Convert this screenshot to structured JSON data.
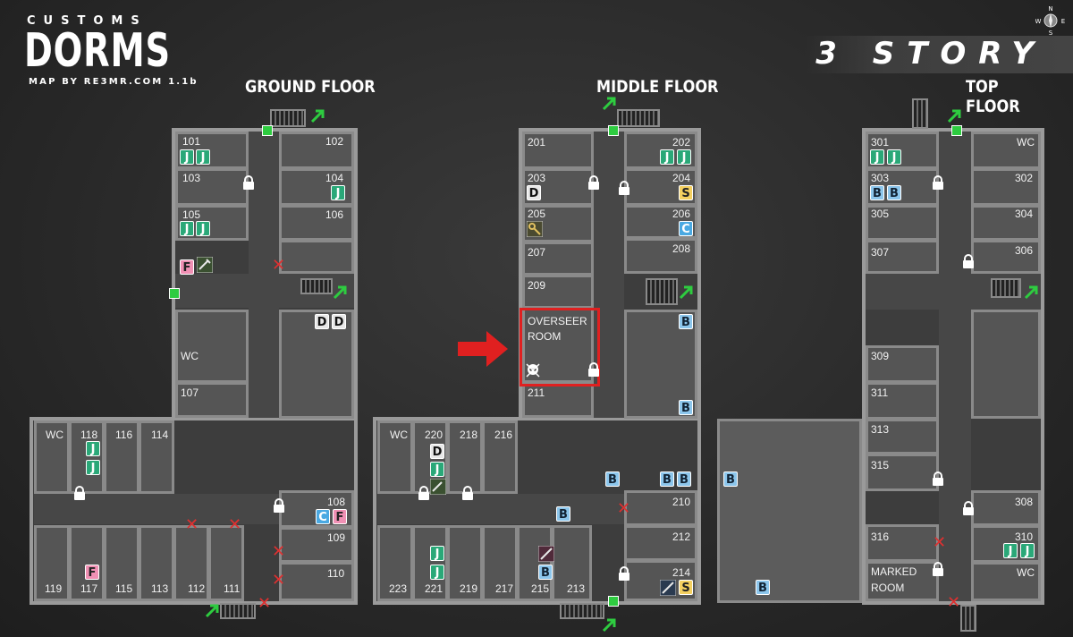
{
  "header": {
    "map_name_small": "CUSTOMS",
    "map_name_big": "DORMS",
    "credit": "MAP BY RE3MR.COM 1.1b",
    "story_label": "3 STORY"
  },
  "compass": {
    "n": "N",
    "s": "S",
    "w": "W",
    "e": "E"
  },
  "floors": {
    "ground": {
      "title": "GROUND FLOOR"
    },
    "middle": {
      "title": "MIDDLE FLOOR"
    },
    "top": {
      "title": "TOP FLOOR"
    }
  },
  "ground_rooms": [
    "101",
    "102",
    "103",
    "104",
    "105",
    "106",
    "WC",
    "107",
    "WC",
    "118",
    "116",
    "114",
    "108",
    "109",
    "110",
    "119",
    "117",
    "115",
    "113",
    "112",
    "111"
  ],
  "middle_rooms": [
    "201",
    "202",
    "203",
    "204",
    "205",
    "206",
    "207",
    "208",
    "209",
    "211",
    "WC",
    "220",
    "218",
    "216",
    "210",
    "212",
    "214",
    "223",
    "221",
    "219",
    "217",
    "215",
    "213"
  ],
  "middle_overseer": {
    "line1": "OVERSEER",
    "line2": "ROOM"
  },
  "top_rooms": [
    "301",
    "WC",
    "303",
    "302",
    "305",
    "304",
    "307",
    "306",
    "309",
    "311",
    "313",
    "315",
    "308",
    "316",
    "310",
    "WC"
  ],
  "top_marked": {
    "line1": "MARKED",
    "line2": "ROOM"
  },
  "legend_icons": {
    "J": "J",
    "B": "B",
    "C": "C",
    "D": "D",
    "S": "S",
    "F": "F"
  },
  "colors": {
    "jacket": "#2aa878",
    "box": "#8cc6ec",
    "cash": "#4aa9e2",
    "duffle": "#e8e8e8",
    "safe": "#f4d060",
    "filing": "#f090b4",
    "exit": "#2ecc40",
    "highlight": "#e02020",
    "blocked": "#e03030"
  }
}
